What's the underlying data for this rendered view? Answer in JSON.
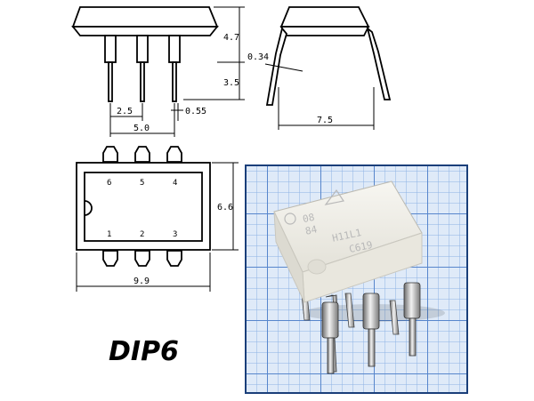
{
  "title": "DIP6",
  "dimensions": {
    "body_height": "4.7",
    "lead_thickness": "0.34",
    "lead_length": "3.5",
    "pin_pitch": "2.5",
    "lead_width": "0.55",
    "span_between_pins": "5.0",
    "row_spacing": "7.5",
    "body_width": "6.6",
    "body_length": "9.9"
  },
  "pins_top": [
    "6",
    "5",
    "4"
  ],
  "pins_bottom": [
    "1",
    "2",
    "3"
  ],
  "chip_marking": [
    "08",
    "84",
    "H11L1",
    "C619"
  ],
  "colors": {
    "grid_blue": "#5f93d6",
    "grid_background": "#dfeaf8",
    "chip_body": "#f1f0ea",
    "border": "#1a3f7a"
  }
}
